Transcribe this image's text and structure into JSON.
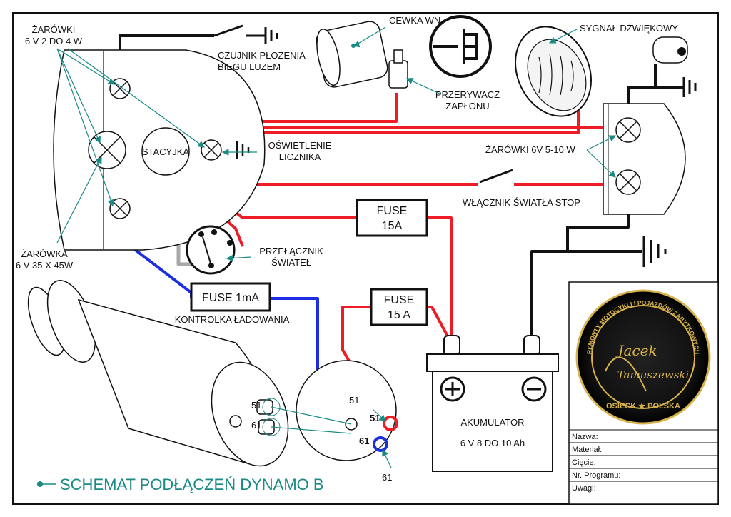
{
  "title": "SCHEMAT PODŁĄCZEŃ DYNAMO B",
  "labels": {
    "bulbs_small": [
      "ŻARÓWKI",
      "6 V 2 DO 4 W"
    ],
    "neutral_sensor": [
      "CZUJNIK PŁOŻENIA",
      "BIEGU LUZEM"
    ],
    "coil": "CEWKA WN",
    "breaker": [
      "PRZERYWACZ",
      "ZAPŁONU"
    ],
    "horn": "SYGNAŁ DŹWIĘKOWY",
    "ignition": "STACYJKA",
    "meter_light": [
      "OŚWIETLENIE",
      "LICZNIKA"
    ],
    "rear_bulbs": "ŻARÓWKI 6V 5-10 W",
    "stop_switch": "WŁĄCZNIK ŚWIATŁA STOP",
    "headlamp_bulb": [
      "ŻARÓWKA",
      "6 V 35 X 45W"
    ],
    "light_switch": [
      "PRZEŁĄCZNIK",
      "ŚWIATEŁ"
    ],
    "charge_lamp": "KONTROLKA ŁADOWANIA",
    "battery": [
      "AKUMULATOR",
      "6 V 8 DO 10 Ah"
    ],
    "terminal_51": "51",
    "terminal_61": "61",
    "terminal_51_small": "51",
    "terminal_61_small": "61"
  },
  "fuses": {
    "fuse_a": [
      "FUSE",
      "15A"
    ],
    "fuse_b": [
      "FUSE",
      "15 A"
    ],
    "fuse_c": "FUSE 1mA"
  },
  "logo": {
    "ring_text": "REMONTY MOTOCYKLI I POJAZDÓW ZABYTKOWYCH",
    "signature_1": "Jacek",
    "signature_2": "Tamuszewski",
    "bottom_text": "OSIECK ★ POLSKA"
  },
  "title_block": {
    "rows": [
      "Nazwa:",
      "Materiał:",
      "Cięcie:",
      "Nr. Programu:",
      "Uwagi:"
    ]
  },
  "colors": {
    "red_wire": "#ee1c25",
    "black_wire": "#111111",
    "blue_wire": "#1b2ee0",
    "gray_wire": "#a8a8a8",
    "olive_wire": "#8a8a2a",
    "accent_teal": "#1a8a84",
    "logo_gold": "#d8b24a"
  }
}
